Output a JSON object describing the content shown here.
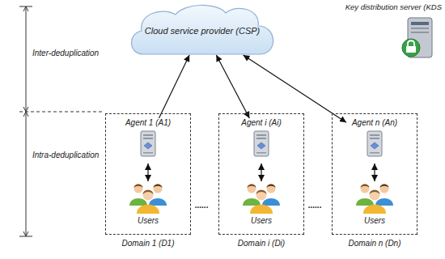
{
  "diagram": {
    "nodes": [
      {
        "text": [
          "Cloud service provider (CSP)"
        ]
      },
      {
        "text": [
          "Key distribution server (KDS"
        ]
      },
      {
        "text": [
          "Domain 1 (D1)"
        ]
      },
      {
        "text": [
          "Agent 1 (A1)"
        ],
        "in": 2
      },
      {
        "text": [
          "Users"
        ],
        "in": 2
      },
      {
        "text": [
          "Domain i (Di)"
        ]
      },
      {
        "text": [
          "Agent i (Ai)"
        ],
        "in": 5
      },
      {
        "text": [
          "Users"
        ],
        "in": 5
      },
      {
        "text": [
          "Domain n (Dn)"
        ]
      },
      {
        "text": [
          "Agent n (An)"
        ],
        "in": 8
      },
      {
        "text": [
          "Users"
        ],
        "in": 8
      }
    ],
    "edges": [
      {
        "from": 3,
        "to": 0,
        "arrow": "to"
      },
      {
        "from": 3,
        "to": 4,
        "arrow": "both"
      },
      {
        "from": 6,
        "to": 0,
        "arrow": "both"
      },
      {
        "from": 6,
        "to": 7,
        "arrow": "both"
      },
      {
        "from": 9,
        "to": 0,
        "arrow": "both"
      },
      {
        "from": 9,
        "to": 10,
        "arrow": "both"
      }
    ],
    "labels": [
      "Inter-deduplication",
      "Intra-deduplication",
      "......",
      "......"
    ]
  }
}
